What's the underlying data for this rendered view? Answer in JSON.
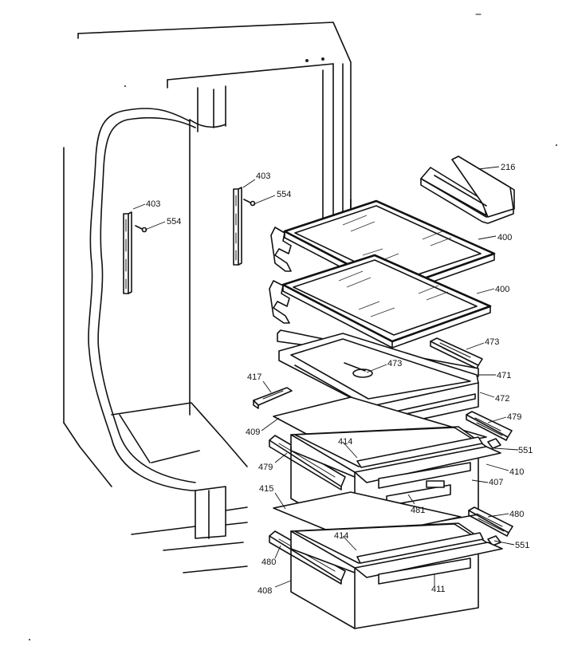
{
  "diagram": {
    "callouts": [
      {
        "id": "c216",
        "text": "216"
      },
      {
        "id": "c400a",
        "text": "400"
      },
      {
        "id": "c400b",
        "text": "400"
      },
      {
        "id": "c403a",
        "text": "403"
      },
      {
        "id": "c554a",
        "text": "554"
      },
      {
        "id": "c403b",
        "text": "403"
      },
      {
        "id": "c554b",
        "text": "554"
      },
      {
        "id": "c473a",
        "text": "473"
      },
      {
        "id": "c473b",
        "text": "473"
      },
      {
        "id": "c471",
        "text": "471"
      },
      {
        "id": "c472",
        "text": "472"
      },
      {
        "id": "c417",
        "text": "417"
      },
      {
        "id": "c479a",
        "text": "479"
      },
      {
        "id": "c409",
        "text": "409"
      },
      {
        "id": "c414a",
        "text": "414"
      },
      {
        "id": "c551a",
        "text": "551"
      },
      {
        "id": "c479b",
        "text": "479"
      },
      {
        "id": "c410",
        "text": "410"
      },
      {
        "id": "c407",
        "text": "407"
      },
      {
        "id": "c415",
        "text": "415"
      },
      {
        "id": "c481",
        "text": "481"
      },
      {
        "id": "c480a",
        "text": "480"
      },
      {
        "id": "c414b",
        "text": "414"
      },
      {
        "id": "c551b",
        "text": "551"
      },
      {
        "id": "c480b",
        "text": "480"
      },
      {
        "id": "c408",
        "text": "408"
      },
      {
        "id": "c411",
        "text": "411"
      }
    ]
  }
}
